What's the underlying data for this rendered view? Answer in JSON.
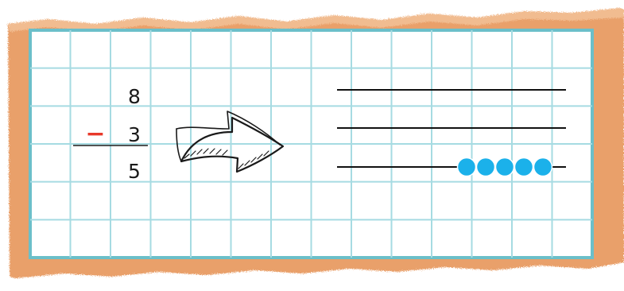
{
  "colors": {
    "paper": "#e9a06b",
    "paper_light": "#f3c39a",
    "card_border": "#6bbfc9",
    "grid": "#a6dbe2",
    "card_bg": "#ffffff",
    "ink": "#1a1a1a",
    "minus": "#e8392a",
    "bead": "#1bb1ea"
  },
  "subtraction": {
    "minuend": "8",
    "operator": "−",
    "subtrahend": "3",
    "difference": "5"
  },
  "arrow": {
    "icon": "right-arrow-icon"
  },
  "abacus": {
    "rods": 3,
    "beads_on_bottom_rod": 5
  }
}
